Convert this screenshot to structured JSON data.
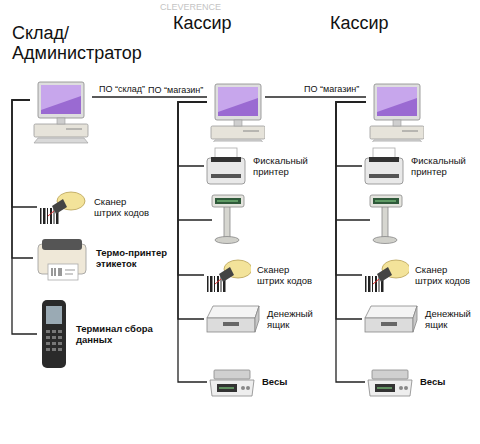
{
  "diagram": {
    "nodes": [
      {
        "text": [
          "Склад/ Администратор"
        ]
      },
      {
        "text": [
          "Кассир"
        ]
      },
      {
        "text": [
          "Кассир"
        ]
      },
      {
        "text": [
          "Сканер штрих кодов"
        ]
      },
      {
        "text": [
          "Термо-принтер этикеток"
        ]
      },
      {
        "text": [
          "Терминал сбора данных"
        ]
      },
      {
        "text": [
          "Фискальный принтер"
        ]
      },
      {
        "text": [
          "Сканер штрих кодов"
        ]
      },
      {
        "text": [
          "Денежный ящик"
        ]
      },
      {
        "text": [
          "Весы"
        ]
      },
      {
        "text": [
          "Фискальный принтер"
        ]
      },
      {
        "text": [
          "Сканер штрих кодов"
        ]
      },
      {
        "text": [
          "Денежный ящик"
        ]
      },
      {
        "text": [
          "Весы"
        ]
      }
    ],
    "edges": [
      {
        "from": 0,
        "to": 1,
        "arrow": "none",
        "label": "ПО “склад”"
      },
      {
        "from": 1,
        "to": 2,
        "arrow": "none",
        "label": "ПО “магазин”"
      },
      {
        "from": 0,
        "to": 3,
        "arrow": "none"
      },
      {
        "from": 0,
        "to": 4,
        "arrow": "none"
      },
      {
        "from": 0,
        "to": 5,
        "arrow": "none"
      },
      {
        "from": 1,
        "to": 6,
        "arrow": "none"
      },
      {
        "from": 1,
        "to": 7,
        "arrow": "none"
      },
      {
        "from": 1,
        "to": 8,
        "arrow": "none"
      },
      {
        "from": 1,
        "to": 9,
        "arrow": "none"
      },
      {
        "from": 2,
        "to": 10,
        "arrow": "none"
      },
      {
        "from": 2,
        "to": 11,
        "arrow": "none"
      },
      {
        "from": 2,
        "to": 12,
        "arrow": "none"
      },
      {
        "from": 2,
        "to": 13,
        "arrow": "none"
      }
    ],
    "labels": [
      "CLEVERENCE",
      "ПО “магазин”"
    ]
  }
}
